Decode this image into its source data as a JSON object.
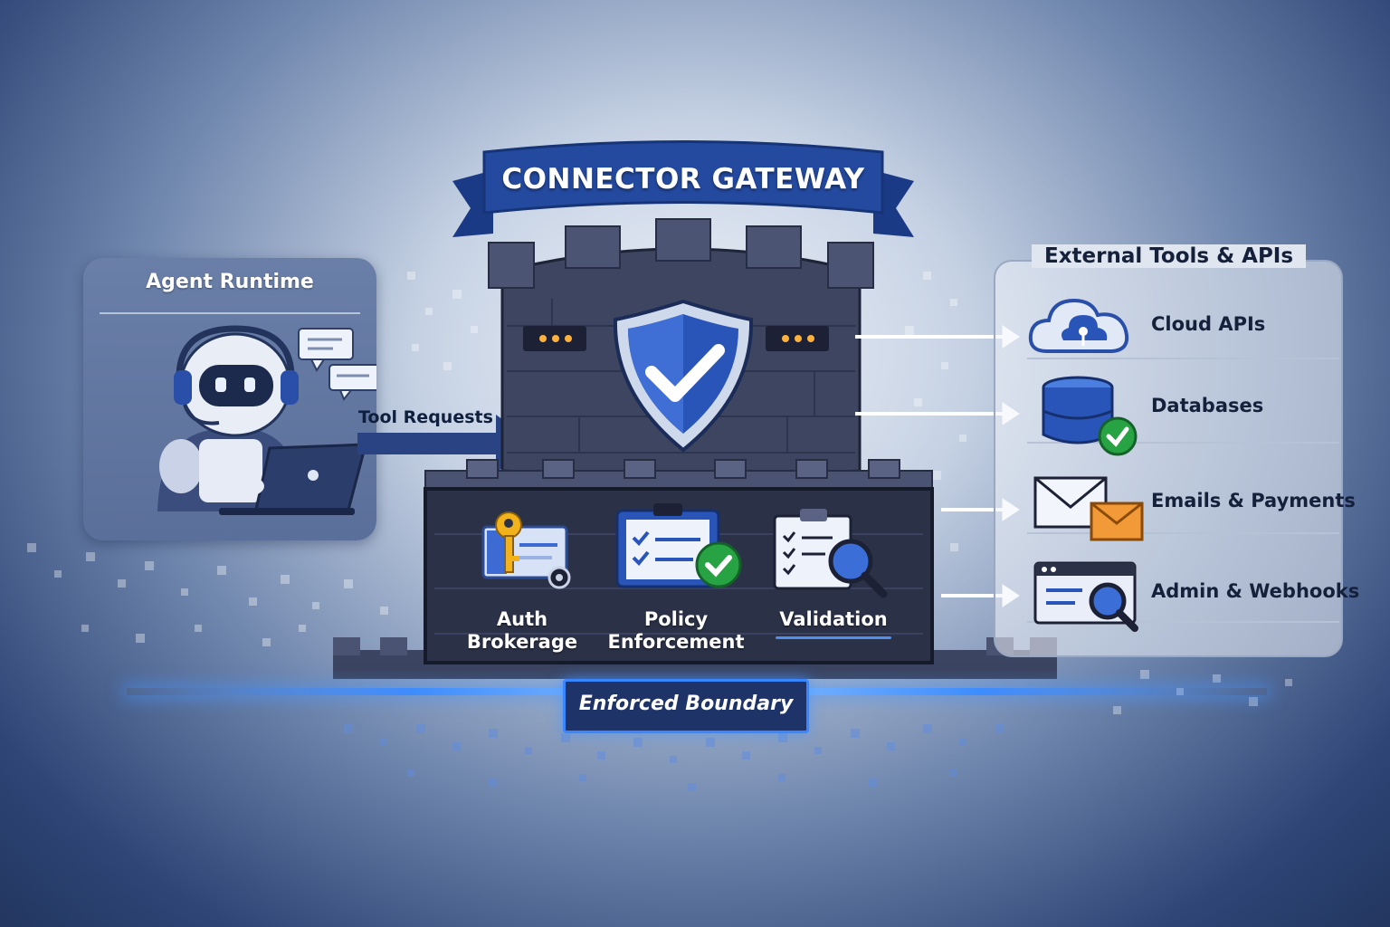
{
  "diagram": {
    "title": "CONNECTOR GATEWAY",
    "agent": {
      "title": "Agent Runtime"
    },
    "flow_label": "Tool Requests",
    "features": [
      {
        "line1": "Auth",
        "line2": "Brokerage",
        "icon": "key-card-icon"
      },
      {
        "line1": "Policy",
        "line2": "Enforcement",
        "icon": "clipboard-check-icon"
      },
      {
        "line1": "Validation",
        "line2": "",
        "icon": "checklist-magnifier-icon"
      }
    ],
    "external": {
      "title": "External Tools & APIs",
      "items": [
        {
          "label": "Cloud APIs",
          "icon": "cloud-icon"
        },
        {
          "label": "Databases",
          "icon": "database-icon"
        },
        {
          "label": "Emails & Payments",
          "icon": "envelope-icon"
        },
        {
          "label": "Admin & Webhooks",
          "icon": "browser-search-icon"
        }
      ]
    },
    "boundary": "Enforced Boundary",
    "colors": {
      "accent_blue": "#2a4fa8",
      "banner": "#244aa0",
      "glow": "#3d8cff",
      "check_green": "#27a344",
      "key_yellow": "#f2b21b"
    }
  }
}
